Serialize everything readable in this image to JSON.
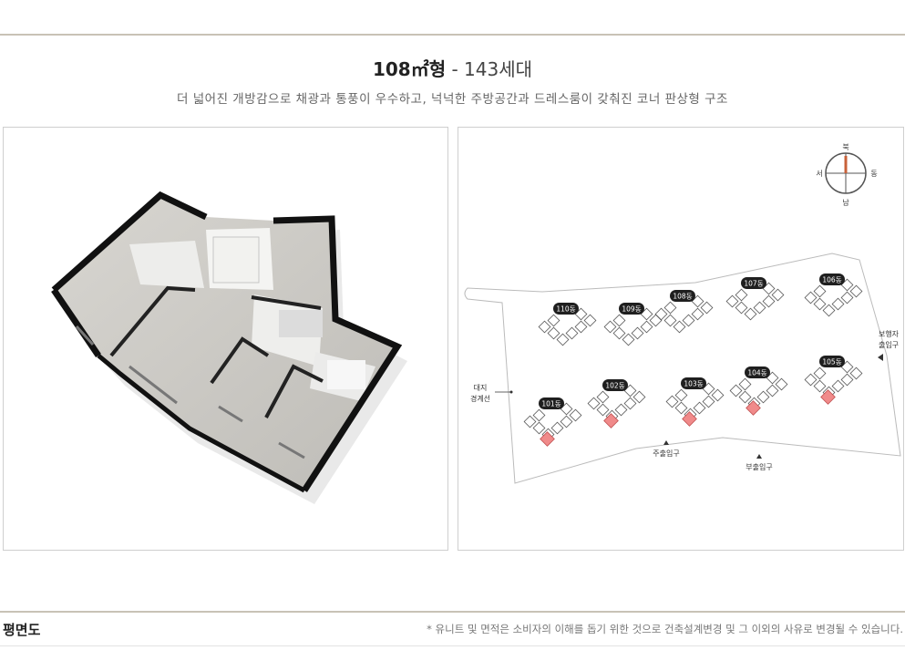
{
  "header": {
    "size": "108㎡형",
    "separator": " - ",
    "households": "143세대",
    "description": "더 넓어진 개방감으로 채광과 통풍이 우수하고, 넉넉한 주방공간과 드레스룸이 갖춰진 코너 판상형 구조"
  },
  "site_plan": {
    "compass": {
      "north": "북",
      "south": "남",
      "west": "서",
      "east": "동",
      "north_color": "#c8613a"
    },
    "buildings": [
      {
        "label": "110동",
        "highlighted": false
      },
      {
        "label": "109동",
        "highlighted": false
      },
      {
        "label": "108동",
        "highlighted": false
      },
      {
        "label": "107동",
        "highlighted": false
      },
      {
        "label": "106동",
        "highlighted": false
      },
      {
        "label": "101동",
        "highlighted": true
      },
      {
        "label": "102동",
        "highlighted": true
      },
      {
        "label": "103동",
        "highlighted": true
      },
      {
        "label": "104동",
        "highlighted": true
      },
      {
        "label": "105동",
        "highlighted": true
      }
    ],
    "boundary_label": [
      "대지",
      "경계선"
    ],
    "pedestrian_entrance": [
      "보행자",
      "출입구"
    ],
    "main_entrance": "주출입구",
    "sub_entrance": "부출입구",
    "highlight_color": "#f08a8a"
  },
  "footer": {
    "section_title": "평면도",
    "notice": "* 유니트 및 면적은 소비자의 이해를 돕기 위한 것으로 건축설계변경 및 그 이외의 사유로 변경될 수 있습니다."
  }
}
